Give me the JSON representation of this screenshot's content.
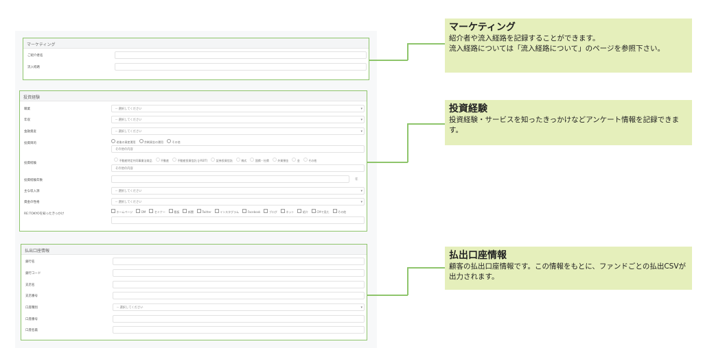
{
  "placeholder_select": "-- 選択してください",
  "placeholder_other": "その他の内容",
  "marketing": {
    "title": "マーケティング",
    "fields": [
      "ご紹介者名",
      "流入経路"
    ]
  },
  "investment": {
    "title": "投資経験",
    "fields": {
      "job": "職業",
      "income": "年収",
      "assets": "金融資産",
      "purpose": "投資目的",
      "experience": "投資経験",
      "years": "投資経験年数",
      "income_source": "主な収入源",
      "fund_nature": "資金の性格",
      "trigger": "RE:TOKYOを知ったきっかけ"
    },
    "purpose_options": [
      "老後の資産運用",
      "余剰資金の運用",
      "その他"
    ],
    "experience_options": [
      "不動産特定共同事業法商品",
      "不動産",
      "不動産投資信託 (J-REIT)",
      "証券投資信託",
      "株式",
      "国債・社債",
      "外貨預金",
      "金",
      "その他"
    ],
    "years_suffix": "年",
    "trigger_options": [
      "ホームページ",
      "DM",
      "セミナー",
      "看板",
      "新聞",
      "Twitter",
      "インスタグラム",
      "Facebook",
      "ブログ",
      "ネット",
      "紹介",
      "CMで見た",
      "その他"
    ]
  },
  "payout": {
    "title": "払出口座情報",
    "fields": [
      "銀行名",
      "銀行コード",
      "支店名",
      "支店番号",
      "口座種別",
      "口座番号",
      "口座名義"
    ]
  },
  "callouts": [
    {
      "title": "マーケティング",
      "body": "紹介者や流入経路を記録することができます。\n流入経路については「流入経路について」のページを参照下さい。"
    },
    {
      "title": "投資経験",
      "body": "投資経験・サービスを知ったきっかけなどアンケート情報を記録できます。"
    },
    {
      "title": "払出口座情報",
      "body": "顧客の払出口座情報です。この情報をもとに、ファンドごとの払出CSVが出力されます。"
    }
  ]
}
